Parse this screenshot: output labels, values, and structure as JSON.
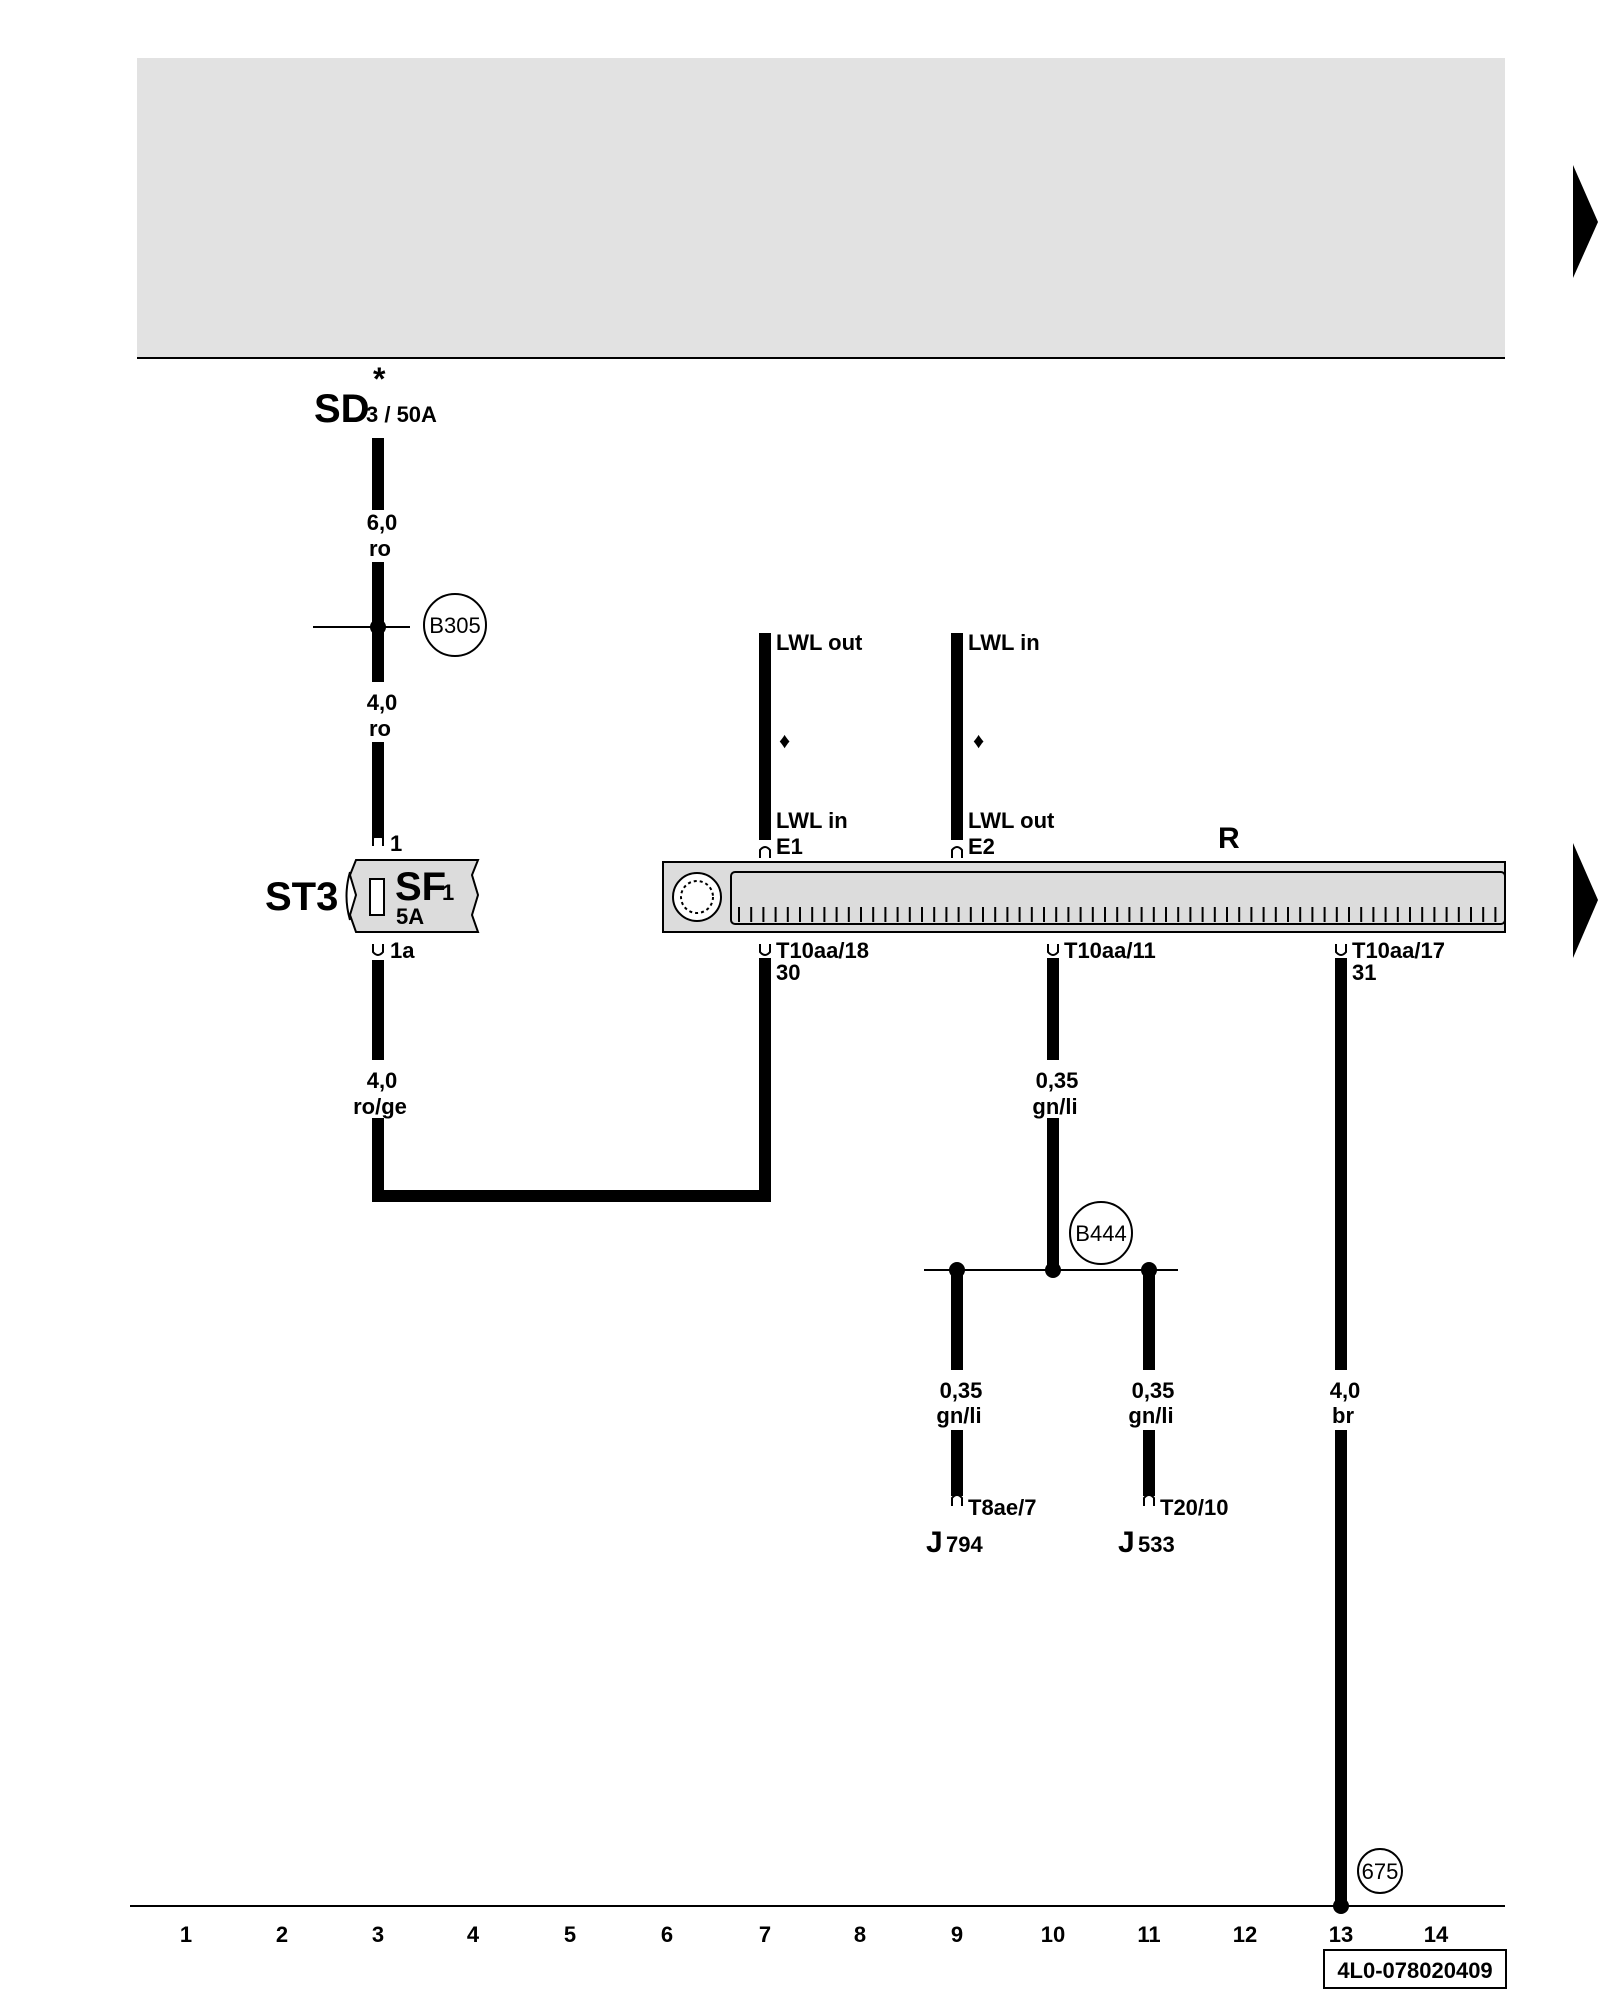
{
  "diagram": {
    "header_fill": "#e2e2e2",
    "wire_color": "#000000",
    "supply": {
      "name": "SD",
      "sub": "3 / 50A",
      "asterisk": "*"
    },
    "wires": [
      {
        "size": "6,0",
        "color": "ro"
      },
      {
        "size": "4,0",
        "color": "ro"
      },
      {
        "size": "4,0",
        "color": "ro/ge"
      },
      {
        "size": "0,35",
        "color": "gn/li"
      },
      {
        "size": "0,35",
        "color": "gn/li"
      },
      {
        "size": "0,35",
        "color": "gn/li"
      },
      {
        "size": "4,0",
        "color": "br"
      }
    ],
    "connectors": {
      "b305": "B305",
      "b444": "B444",
      "ground675": "675"
    },
    "fuse": {
      "strip": "ST3",
      "name": "SF",
      "index": "1",
      "rating": "5A",
      "pin_in": "1",
      "pin_out": "1a"
    },
    "fiber": {
      "top_left": "LWL out",
      "top_right": "LWL in",
      "low_left": "LWL in",
      "low_right": "LWL out",
      "pin_left": "E1",
      "pin_right": "E2",
      "mark": "♦"
    },
    "unit": {
      "label": "R",
      "pin_a": "T10aa/18",
      "pin_a_sub": "30",
      "pin_b": "T10aa/11",
      "pin_c": "T10aa/17",
      "pin_c_sub": "31"
    },
    "ecus": [
      {
        "name": "J",
        "index": "794",
        "pin": "T8ae/7"
      },
      {
        "name": "J",
        "index": "533",
        "pin": "T20/10"
      }
    ],
    "grid": [
      "1",
      "2",
      "3",
      "4",
      "5",
      "6",
      "7",
      "8",
      "9",
      "10",
      "11",
      "12",
      "13",
      "14"
    ],
    "code": "4L0-078020409"
  }
}
